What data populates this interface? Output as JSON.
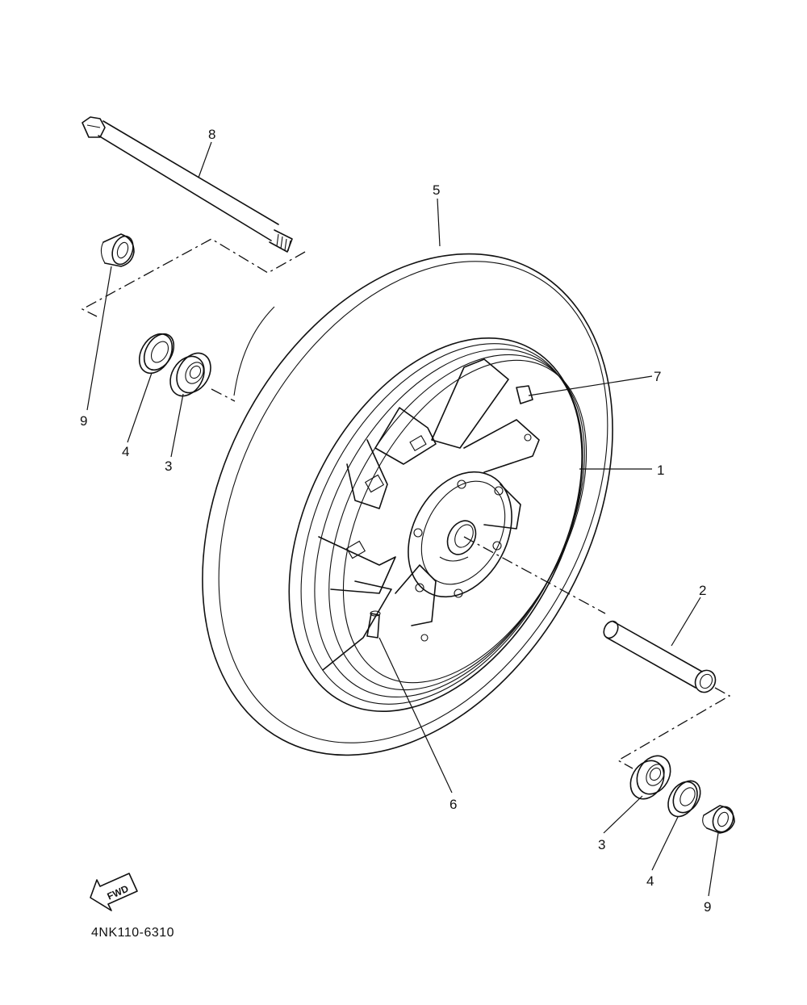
{
  "labels": {
    "part_1": "1",
    "part_2": "2",
    "part_3_left": "3",
    "part_3_right": "3",
    "part_4_left": "4",
    "part_4_right": "4",
    "part_5": "5",
    "part_6": "6",
    "part_7": "7",
    "part_8": "8",
    "part_9_left": "9",
    "part_9_right": "9"
  },
  "fwd_arrow_text": "FWD",
  "diagram_code": "4NK110-6310"
}
